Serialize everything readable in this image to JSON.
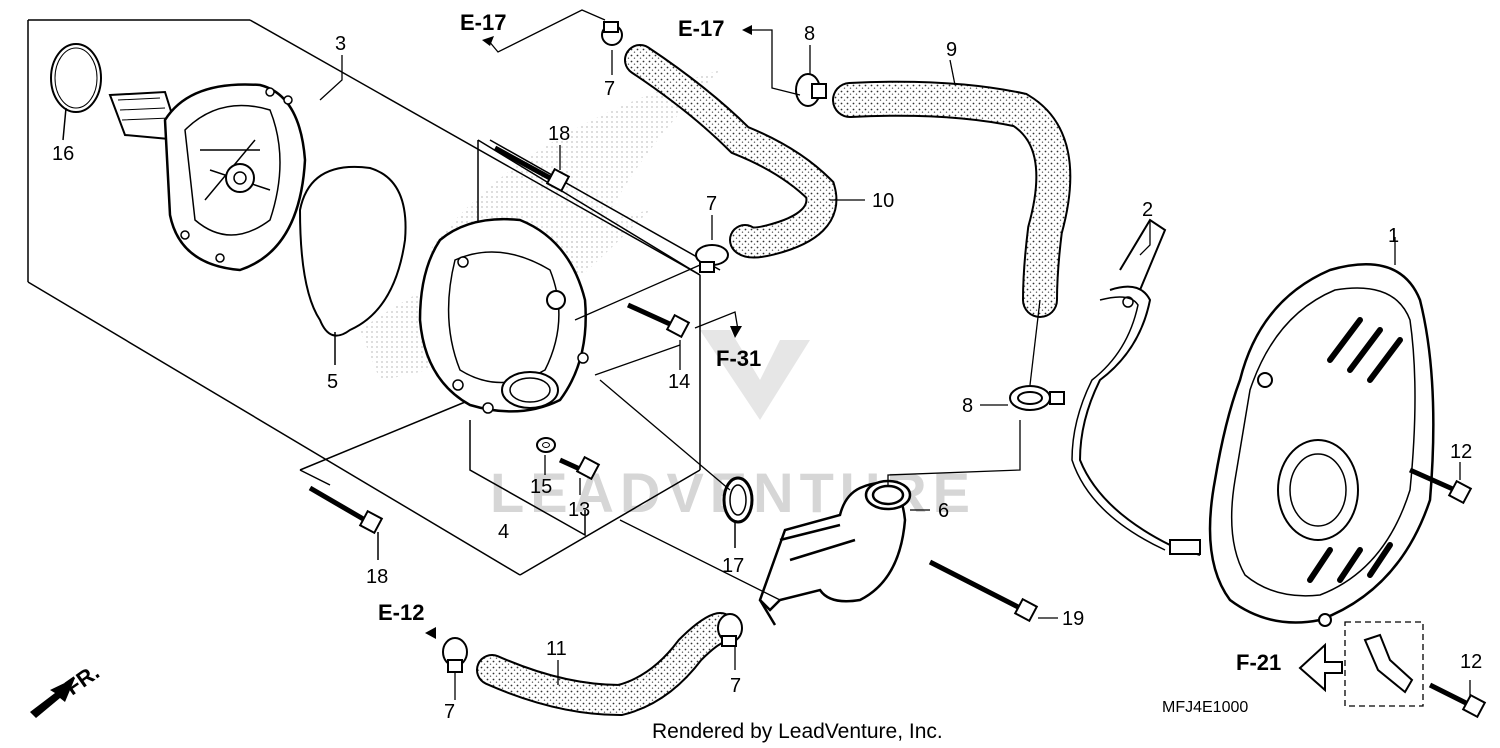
{
  "diagram": {
    "part_numbers": {
      "p1": "1",
      "p2": "2",
      "p3": "3",
      "p4": "4",
      "p5": "5",
      "p6": "6",
      "p7a": "7",
      "p7b": "7",
      "p7c": "7",
      "p7d": "7",
      "p8a": "8",
      "p8b": "8",
      "p9": "9",
      "p10": "10",
      "p11": "11",
      "p12a": "12",
      "p12b": "12",
      "p13": "13",
      "p14": "14",
      "p15": "15",
      "p16": "16",
      "p17": "17",
      "p18a": "18",
      "p18b": "18",
      "p19": "19"
    },
    "references": {
      "e17_left": "E-17",
      "e17_right": "E-17",
      "e12": "E-12",
      "f31": "F-31",
      "f21": "F-21",
      "front": "FR."
    },
    "diagram_code": "MFJ4E1000",
    "watermark": "LEADVENTURE",
    "credit": "Rendered by LeadVenture, Inc."
  }
}
